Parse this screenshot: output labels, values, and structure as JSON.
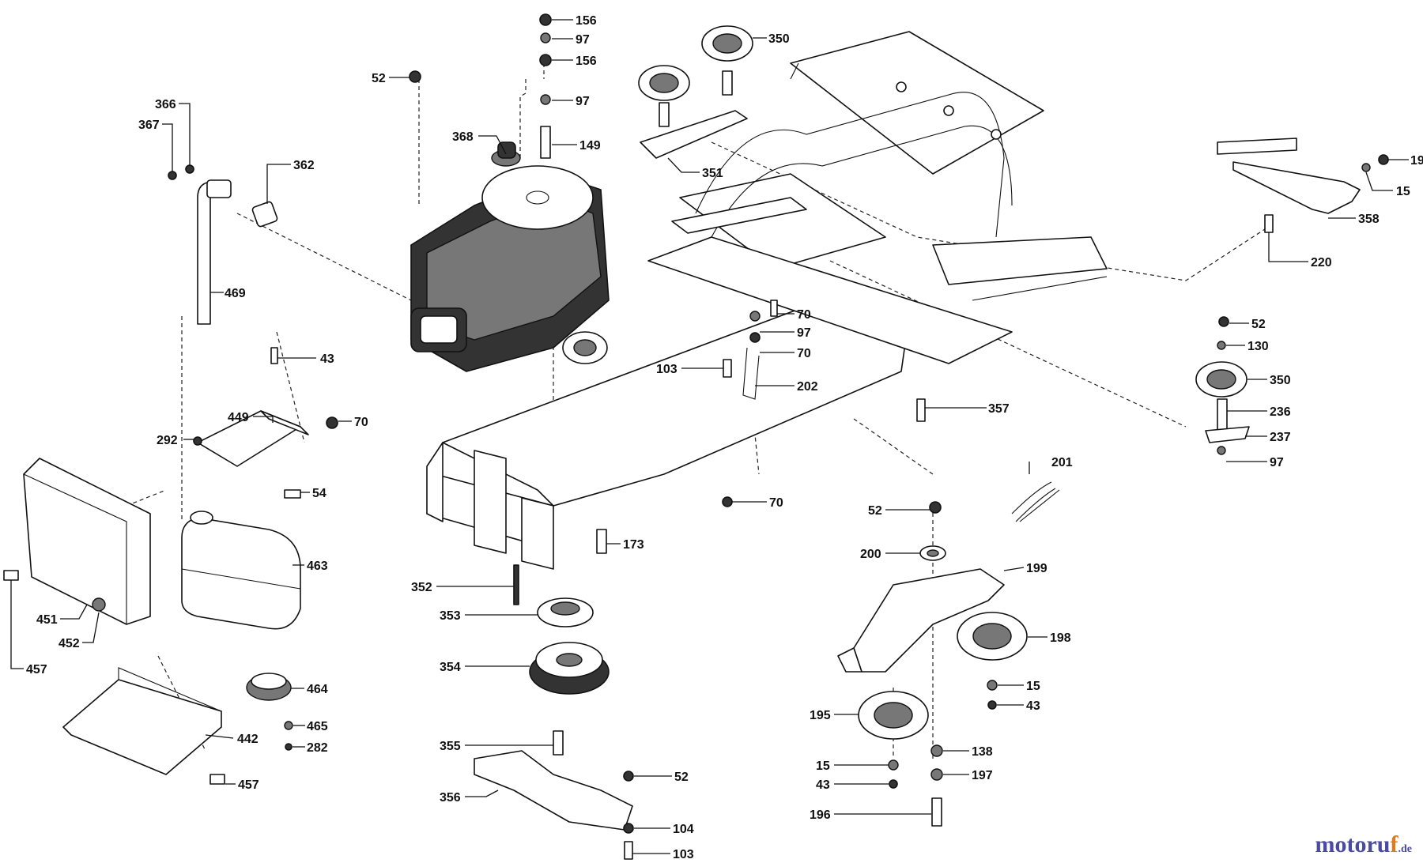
{
  "brand": {
    "part1": "motoru",
    "part2": "f",
    "suffix": ".de"
  },
  "labels": [
    "156",
    "97",
    "156",
    "97",
    "149",
    "368",
    "52",
    "366",
    "367",
    "362",
    "469",
    "350",
    "351",
    "19",
    "15",
    "358",
    "220",
    "70",
    "97",
    "70",
    "103",
    "202",
    "43",
    "449",
    "70",
    "292",
    "54",
    "52",
    "130",
    "350",
    "236",
    "237",
    "97",
    "357",
    "201",
    "70",
    "173",
    "52",
    "200",
    "199",
    "463",
    "451",
    "452",
    "457",
    "352",
    "353",
    "354",
    "198",
    "15",
    "43",
    "464",
    "465",
    "282",
    "442",
    "457",
    "355",
    "52",
    "356",
    "104",
    "103",
    "195",
    "15",
    "43",
    "138",
    "197",
    "196"
  ]
}
